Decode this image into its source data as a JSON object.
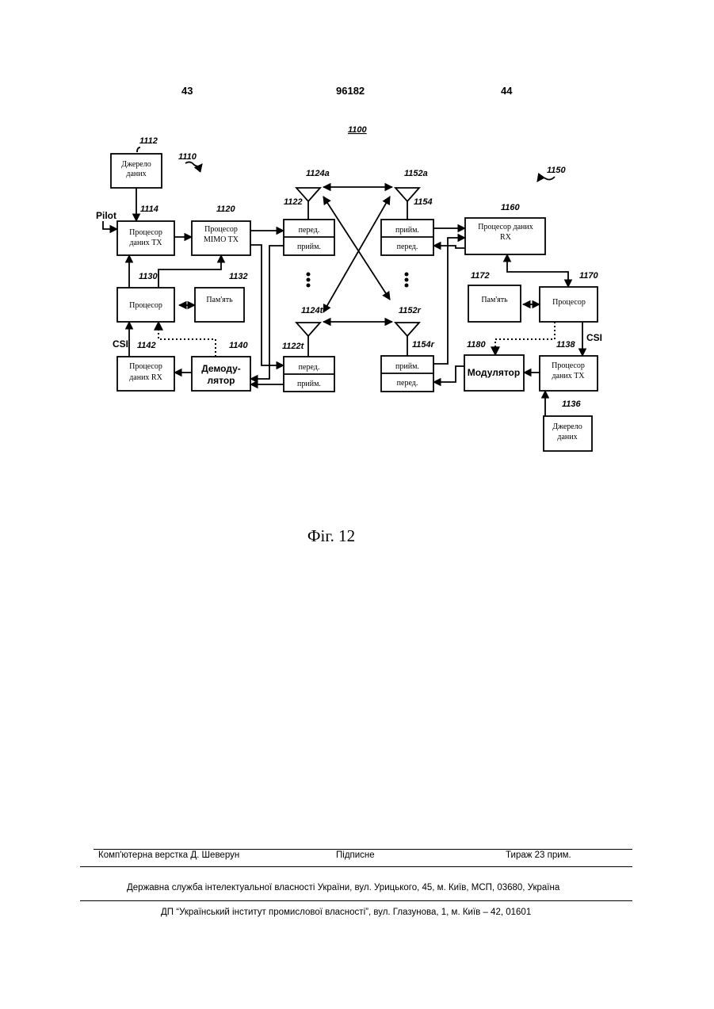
{
  "header": {
    "left_page": "43",
    "doc_number": "96182",
    "right_page": "44"
  },
  "diagram": {
    "system_ref": "1100",
    "tx_station_ref": "1110",
    "rx_station_ref": "1150",
    "pilot_label": "Pilot",
    "csi_label": "CSI",
    "blocks": {
      "src1112": {
        "ref": "1112",
        "line1": "Джерело",
        "line2": "даних"
      },
      "txp1114": {
        "ref": "1114",
        "line1": "Процесор",
        "line2": "даних TX"
      },
      "mimo1120": {
        "ref": "1120",
        "line1": "Процесор",
        "line2": "MIMO TX"
      },
      "proc1130": {
        "ref": "1130",
        "line1": "Процесор"
      },
      "mem1132": {
        "ref": "1132",
        "line1": "Пам'ять"
      },
      "rxp1142": {
        "ref": "1142",
        "line1": "Процесор",
        "line2": "даних RX"
      },
      "demod1140": {
        "ref": "1140",
        "line1": "Демоду-",
        "line2": "лятор"
      },
      "tr1122a": {
        "ref": "1122",
        "top": "перед.",
        "bottom": "прийм."
      },
      "tr1122t": {
        "ref": "1122t",
        "top": "перед.",
        "bottom": "прийм."
      },
      "tr1154a": {
        "ref": "1154",
        "top": "прийм.",
        "bottom": "перед."
      },
      "tr1154r": {
        "ref": "1154r",
        "top": "прийм.",
        "bottom": "перед."
      },
      "rxp1160": {
        "ref": "1160",
        "line1": "Процесор даних",
        "line2": "RX"
      },
      "mem1172": {
        "ref": "1172",
        "line1": "Пам'ять"
      },
      "proc1170": {
        "ref": "1170",
        "line1": "Процесор"
      },
      "mod1180": {
        "ref": "1180",
        "line1": "Модулятор"
      },
      "txp1138": {
        "ref": "1138",
        "line1": "Процесор",
        "line2": "даних TX"
      },
      "src1136": {
        "ref": "1136",
        "line1": "Джерело",
        "line2": "даних"
      }
    },
    "antennas": {
      "a1124a": "1124a",
      "a1124t": "1124t",
      "a1152a": "1152a",
      "a1152r": "1152r"
    }
  },
  "figure_caption": "Фіг. 12",
  "footer": {
    "layout": "Комп'ютерна верстка Д. Шеверун",
    "signed": "Підписне",
    "circulation": "Тираж 23 прим.",
    "office": "Державна служба інтелектуальної власності України, вул. Урицького, 45, м. Київ, МСП, 03680, Україна",
    "institute": "ДП “Український інститут промислової власності”, вул. Глазунова, 1, м. Київ – 42, 01601"
  }
}
